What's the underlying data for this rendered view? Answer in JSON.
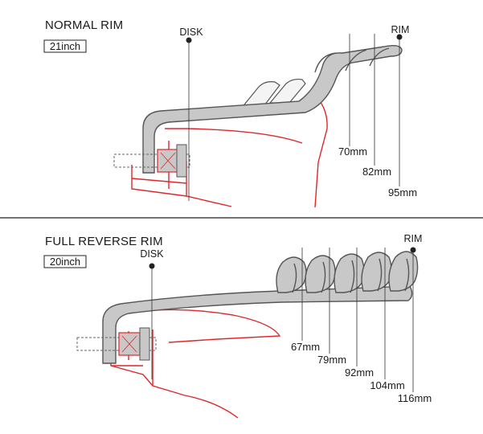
{
  "panels": [
    {
      "title": "NORMAL RIM",
      "size_tag": "21inch",
      "disk_label": "DISK",
      "rim_label": "RIM",
      "measurements": [
        "70mm",
        "82mm",
        "95mm"
      ]
    },
    {
      "title": "FULL REVERSE RIM",
      "size_tag": "20inch",
      "disk_label": "DISK",
      "rim_label": "RIM",
      "measurements": [
        "67mm",
        "79mm",
        "92mm",
        "104mm",
        "116mm"
      ]
    }
  ],
  "colors": {
    "hub_outline": "#e0262a",
    "rim_fill": "#c8c8c8",
    "rim_stroke": "#555555",
    "ghost_fill": "#f4f4f4",
    "bolt_dash": "#666666",
    "divider": "#444444",
    "text": "#1a1a1a"
  }
}
